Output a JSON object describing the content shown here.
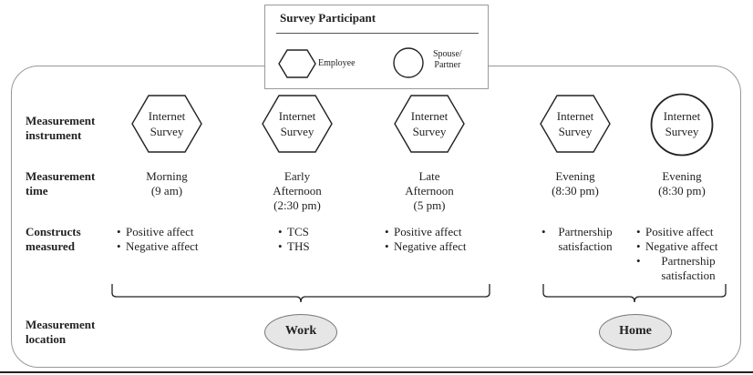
{
  "legend": {
    "title": "Survey Participant",
    "employee_label": "Employee",
    "partner_label_line1": "Spouse/",
    "partner_label_line2": "Partner"
  },
  "row_labels": {
    "instrument_line1": "Measurement",
    "instrument_line2": "instrument",
    "time_line1": "Measurement",
    "time_line2": "time",
    "constructs_line1": "Constructs",
    "constructs_line2": "measured",
    "location_line1": "Measurement",
    "location_line2": "location"
  },
  "columns": [
    {
      "participant": "Employee",
      "shape": "hexagon",
      "instrument_line1": "Internet",
      "instrument_line2": "Survey",
      "time_lines": [
        "Morning",
        "(9 am)"
      ],
      "constructs": [
        "Positive affect",
        "Negative affect"
      ]
    },
    {
      "participant": "Employee",
      "shape": "hexagon",
      "instrument_line1": "Internet",
      "instrument_line2": "Survey",
      "time_lines": [
        "Early",
        "Afternoon",
        "(2:30 pm)"
      ],
      "constructs": [
        "TCS",
        "THS"
      ]
    },
    {
      "participant": "Employee",
      "shape": "hexagon",
      "instrument_line1": "Internet",
      "instrument_line2": "Survey",
      "time_lines": [
        "Late",
        "Afternoon",
        "(5 pm)"
      ],
      "constructs": [
        "Positive affect",
        "Negative affect"
      ]
    },
    {
      "participant": "Employee",
      "shape": "hexagon",
      "instrument_line1": "Internet",
      "instrument_line2": "Survey",
      "time_lines": [
        "Evening",
        "(8:30 pm)"
      ],
      "constructs": [
        "Partnership satisfaction"
      ]
    },
    {
      "participant": "Spouse/Partner",
      "shape": "circle",
      "instrument_line1": "Internet",
      "instrument_line2": "Survey",
      "time_lines": [
        "Evening",
        "(8:30 pm)"
      ],
      "constructs": [
        "Positive affect",
        "Negative affect",
        "Partnership satisfaction"
      ]
    }
  ],
  "locations": {
    "work": "Work",
    "home": "Home"
  },
  "colors": {
    "stroke": "#222222",
    "frame": "#999999",
    "location_fill": "#e6e6e6"
  }
}
